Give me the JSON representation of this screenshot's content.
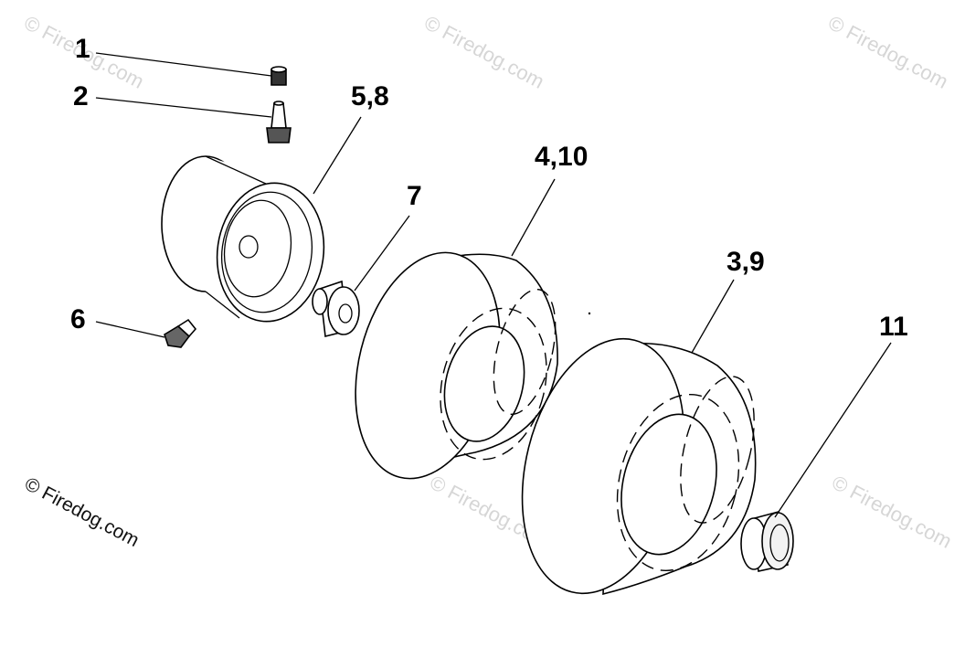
{
  "callouts": {
    "c1": "1",
    "c2": "2",
    "c58": "5,8",
    "c7": "7",
    "c410": "4,10",
    "c39": "3,9",
    "c6": "6",
    "c11": "11"
  },
  "watermark": {
    "text": "© Firedog.com"
  }
}
